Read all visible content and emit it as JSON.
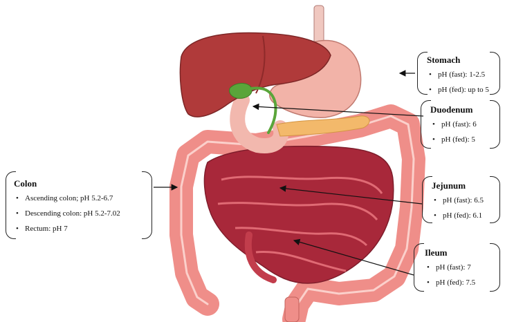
{
  "colors": {
    "liver": "#b03a3a",
    "liver_dark": "#8e2a2a",
    "stomach": "#f2b3a8",
    "small_intestine": "#a8283a",
    "colon": "#f08a86",
    "gallbladder": "#5aa53a",
    "pancreas": "#f3b96b",
    "esophagus": "#f0c8c0"
  },
  "labels": {
    "stomach": {
      "title": "Stomach",
      "items": [
        "pH (fast): 1-2.5",
        "pH (fed): up to 5"
      ]
    },
    "duodenum": {
      "title": "Duodenum",
      "items": [
        "pH (fast): 6",
        "pH (fed): 5"
      ]
    },
    "jejunum": {
      "title": "Jejunum",
      "items": [
        "pH (fast): 6.5",
        "pH (fed): 6.1"
      ]
    },
    "ileum": {
      "title": "Ileum",
      "items": [
        "pH (fast): 7",
        "pH (fed): 7.5"
      ]
    },
    "colon": {
      "title": "Colon",
      "items": [
        "Ascending colon; pH 5.2-6.7",
        "Descending colon: pH 5.2-7.02",
        "Rectum: pH 7"
      ]
    }
  }
}
